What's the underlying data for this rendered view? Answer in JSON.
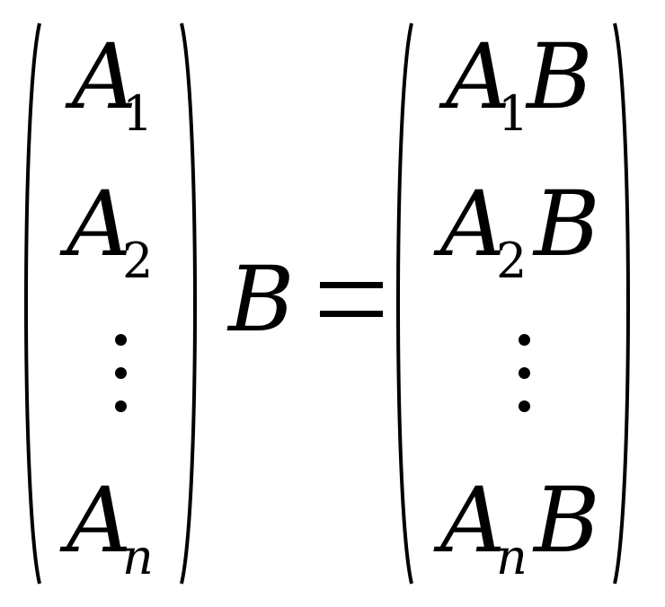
{
  "lhs": {
    "rows": [
      {
        "base": "A",
        "sub": "1"
      },
      {
        "base": "A",
        "sub": "2"
      },
      {
        "base": "A",
        "sub": "n"
      }
    ],
    "multiplier": "B"
  },
  "operator": "=",
  "rhs": {
    "rows": [
      {
        "base": "A",
        "sub": "1",
        "factor": "B"
      },
      {
        "base": "A",
        "sub": "2",
        "factor": "B"
      },
      {
        "base": "A",
        "sub": "n",
        "factor": "B"
      }
    ]
  }
}
